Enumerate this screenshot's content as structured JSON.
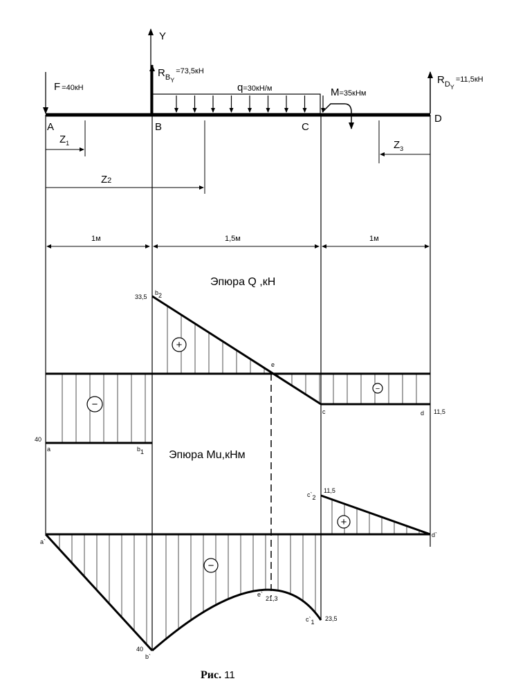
{
  "loads": {
    "force_f": "F",
    "force_f_value": "=40кН",
    "reaction_b": "R",
    "reaction_b_sub": "B",
    "reaction_b_sub2": "Y",
    "reaction_b_value": "=73,5кН",
    "reaction_d": "R",
    "reaction_d_sub": "D",
    "reaction_d_sub2": "Y",
    "reaction_d_value": "=11,5кН",
    "dist_load": "q",
    "dist_load_value": "=30кН/м",
    "moment": "M",
    "moment_value": "=35кНм",
    "axis_y": "Y"
  },
  "points": {
    "A": "A",
    "B": "B",
    "C": "C",
    "D": "D"
  },
  "coords": {
    "z1": "Z",
    "z1_sub": "1",
    "z2": "Z",
    "z2_sub": "2",
    "z3": "Z",
    "z3_sub": "3"
  },
  "spans": {
    "ab": "1м",
    "bc": "1,5м",
    "cd": "1м"
  },
  "q_diagram": {
    "title": "Эпюра Q ,кН",
    "val_b": "33,5",
    "label_b2": "b",
    "label_b2_sub": "2",
    "label_e": "e",
    "label_a": "a",
    "val_a": "40",
    "label_b1": "b",
    "label_b1_sub": "1",
    "label_c": "c",
    "label_d": "d",
    "val_cd": "11,5",
    "sign_ab": "−",
    "sign_bc": "+",
    "sign_cd": "−"
  },
  "m_diagram": {
    "title": "Эпюра Mu,кНм",
    "label_a": "a`",
    "label_b": "b`",
    "val_b": "40",
    "label_e": "e`",
    "val_e": "21,3",
    "label_c1": "c`",
    "label_c1_sub": "1",
    "val_c1": "23,5",
    "label_c2": "c`",
    "label_c2_sub": "2",
    "val_c2": "11,5",
    "label_d": "d`",
    "sign_ab_bc": "−",
    "sign_cd": "+"
  },
  "caption": {
    "prefix": "Рис.",
    "number": "11"
  }
}
